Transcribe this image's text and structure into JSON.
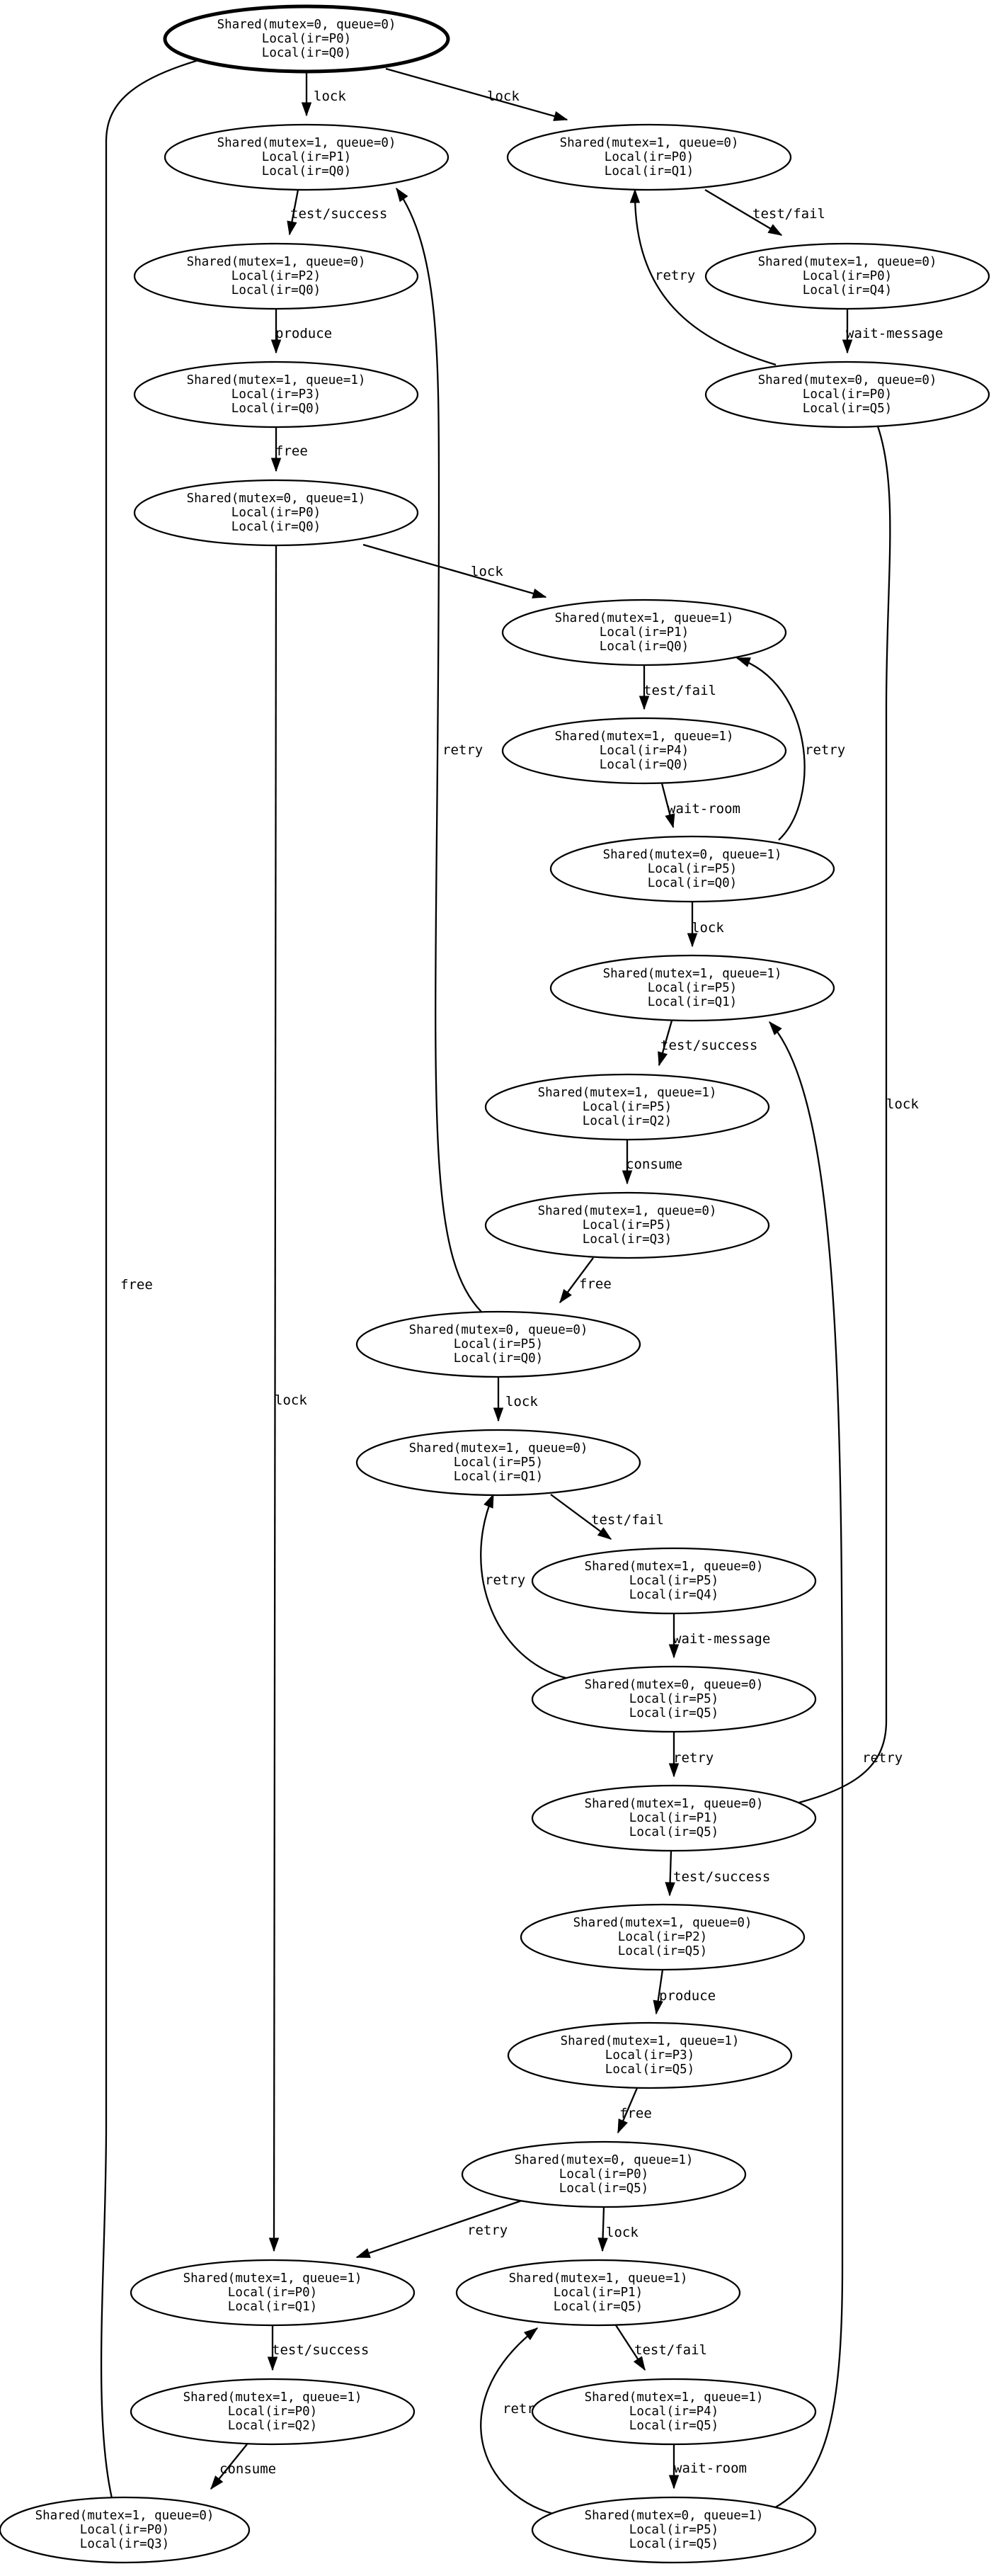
{
  "nodes": [
    {
      "id": "s0",
      "lines": [
        "Shared(mutex=0, queue=0)",
        "Local(ir=P0)",
        "Local(ir=Q0)"
      ],
      "initial": true
    },
    {
      "id": "s1",
      "lines": [
        "Shared(mutex=1, queue=0)",
        "Local(ir=P1)",
        "Local(ir=Q0)"
      ]
    },
    {
      "id": "s2",
      "lines": [
        "Shared(mutex=1, queue=0)",
        "Local(ir=P0)",
        "Local(ir=Q1)"
      ]
    },
    {
      "id": "s3",
      "lines": [
        "Shared(mutex=1, queue=0)",
        "Local(ir=P2)",
        "Local(ir=Q0)"
      ]
    },
    {
      "id": "s4",
      "lines": [
        "Shared(mutex=1, queue=0)",
        "Local(ir=P0)",
        "Local(ir=Q4)"
      ]
    },
    {
      "id": "s5",
      "lines": [
        "Shared(mutex=1, queue=1)",
        "Local(ir=P3)",
        "Local(ir=Q0)"
      ]
    },
    {
      "id": "s6",
      "lines": [
        "Shared(mutex=0, queue=0)",
        "Local(ir=P0)",
        "Local(ir=Q5)"
      ]
    },
    {
      "id": "s7",
      "lines": [
        "Shared(mutex=0, queue=1)",
        "Local(ir=P0)",
        "Local(ir=Q0)"
      ]
    },
    {
      "id": "s8",
      "lines": [
        "Shared(mutex=1, queue=1)",
        "Local(ir=P1)",
        "Local(ir=Q0)"
      ]
    },
    {
      "id": "s9",
      "lines": [
        "Shared(mutex=1, queue=1)",
        "Local(ir=P4)",
        "Local(ir=Q0)"
      ]
    },
    {
      "id": "s10",
      "lines": [
        "Shared(mutex=0, queue=1)",
        "Local(ir=P5)",
        "Local(ir=Q0)"
      ]
    },
    {
      "id": "s11",
      "lines": [
        "Shared(mutex=1, queue=1)",
        "Local(ir=P5)",
        "Local(ir=Q1)"
      ]
    },
    {
      "id": "s12",
      "lines": [
        "Shared(mutex=1, queue=1)",
        "Local(ir=P5)",
        "Local(ir=Q2)"
      ]
    },
    {
      "id": "s13",
      "lines": [
        "Shared(mutex=1, queue=0)",
        "Local(ir=P5)",
        "Local(ir=Q3)"
      ]
    },
    {
      "id": "s14",
      "lines": [
        "Shared(mutex=0, queue=0)",
        "Local(ir=P5)",
        "Local(ir=Q0)"
      ]
    },
    {
      "id": "s15",
      "lines": [
        "Shared(mutex=1, queue=0)",
        "Local(ir=P5)",
        "Local(ir=Q1)"
      ]
    },
    {
      "id": "s16",
      "lines": [
        "Shared(mutex=1, queue=0)",
        "Local(ir=P5)",
        "Local(ir=Q4)"
      ]
    },
    {
      "id": "s17",
      "lines": [
        "Shared(mutex=0, queue=0)",
        "Local(ir=P5)",
        "Local(ir=Q5)"
      ]
    },
    {
      "id": "s18",
      "lines": [
        "Shared(mutex=1, queue=0)",
        "Local(ir=P1)",
        "Local(ir=Q5)"
      ]
    },
    {
      "id": "s19",
      "lines": [
        "Shared(mutex=1, queue=0)",
        "Local(ir=P2)",
        "Local(ir=Q5)"
      ]
    },
    {
      "id": "s20",
      "lines": [
        "Shared(mutex=1, queue=1)",
        "Local(ir=P3)",
        "Local(ir=Q5)"
      ]
    },
    {
      "id": "s21",
      "lines": [
        "Shared(mutex=0, queue=1)",
        "Local(ir=P0)",
        "Local(ir=Q5)"
      ]
    },
    {
      "id": "s22",
      "lines": [
        "Shared(mutex=1, queue=1)",
        "Local(ir=P0)",
        "Local(ir=Q1)"
      ]
    },
    {
      "id": "s23",
      "lines": [
        "Shared(mutex=1, queue=1)",
        "Local(ir=P1)",
        "Local(ir=Q5)"
      ]
    },
    {
      "id": "s24",
      "lines": [
        "Shared(mutex=1, queue=1)",
        "Local(ir=P0)",
        "Local(ir=Q2)"
      ]
    },
    {
      "id": "s25",
      "lines": [
        "Shared(mutex=1, queue=1)",
        "Local(ir=P4)",
        "Local(ir=Q5)"
      ]
    },
    {
      "id": "s26",
      "lines": [
        "Shared(mutex=1, queue=0)",
        "Local(ir=P0)",
        "Local(ir=Q3)"
      ]
    },
    {
      "id": "s27",
      "lines": [
        "Shared(mutex=0, queue=1)",
        "Local(ir=P5)",
        "Local(ir=Q5)"
      ]
    }
  ],
  "edges": [
    {
      "from": "s0",
      "to": "s1",
      "label": "lock"
    },
    {
      "from": "s0",
      "to": "s2",
      "label": "lock"
    },
    {
      "from": "s1",
      "to": "s3",
      "label": "test/success"
    },
    {
      "from": "s2",
      "to": "s4",
      "label": "test/fail"
    },
    {
      "from": "s3",
      "to": "s5",
      "label": "produce"
    },
    {
      "from": "s4",
      "to": "s6",
      "label": "wait-message"
    },
    {
      "from": "s6",
      "to": "s2",
      "label": "retry"
    },
    {
      "from": "s5",
      "to": "s7",
      "label": "free"
    },
    {
      "from": "s7",
      "to": "s8",
      "label": "lock"
    },
    {
      "from": "s8",
      "to": "s9",
      "label": "test/fail"
    },
    {
      "from": "s9",
      "to": "s10",
      "label": "wait-room"
    },
    {
      "from": "s10",
      "to": "s8",
      "label": "retry"
    },
    {
      "from": "s10",
      "to": "s11",
      "label": "lock"
    },
    {
      "from": "s11",
      "to": "s12",
      "label": "test/success"
    },
    {
      "from": "s12",
      "to": "s13",
      "label": "consume"
    },
    {
      "from": "s13",
      "to": "s14",
      "label": "free"
    },
    {
      "from": "s14",
      "to": "s1",
      "label": "retry"
    },
    {
      "from": "s14",
      "to": "s15",
      "label": "lock"
    },
    {
      "from": "s15",
      "to": "s16",
      "label": "test/fail"
    },
    {
      "from": "s16",
      "to": "s17",
      "label": "wait-message"
    },
    {
      "from": "s17",
      "to": "s15",
      "label": "retry"
    },
    {
      "from": "s17",
      "to": "s18",
      "label": "retry"
    },
    {
      "from": "s6",
      "to": "s18",
      "label": "lock"
    },
    {
      "from": "s18",
      "to": "s19",
      "label": "test/success"
    },
    {
      "from": "s19",
      "to": "s20",
      "label": "produce"
    },
    {
      "from": "s20",
      "to": "s21",
      "label": "free"
    },
    {
      "from": "s21",
      "to": "s22",
      "label": "retry"
    },
    {
      "from": "s21",
      "to": "s23",
      "label": "lock"
    },
    {
      "from": "s7",
      "to": "s22",
      "label": "lock"
    },
    {
      "from": "s22",
      "to": "s24",
      "label": "test/success"
    },
    {
      "from": "s23",
      "to": "s25",
      "label": "test/fail"
    },
    {
      "from": "s24",
      "to": "s26",
      "label": "consume"
    },
    {
      "from": "s25",
      "to": "s27",
      "label": "wait-room"
    },
    {
      "from": "s27",
      "to": "s23",
      "label": "retry"
    },
    {
      "from": "s27",
      "to": "s11",
      "label": "retry"
    },
    {
      "from": "s26",
      "to": "s0",
      "label": "free"
    }
  ]
}
